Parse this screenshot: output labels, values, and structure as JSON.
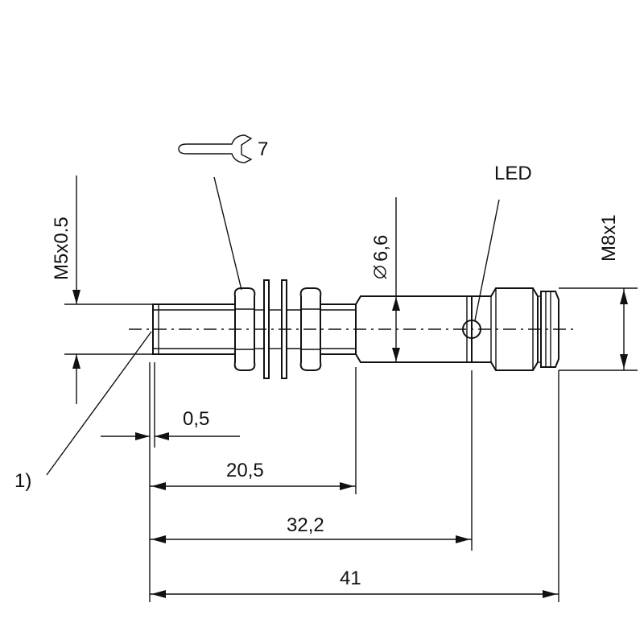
{
  "drawing": {
    "wrench_size": "7",
    "led_label": "LED",
    "diameter_label": "6,6",
    "connector_thread": "M8x1",
    "sensing_face_thread": "M5x0.5",
    "note_marker": "1)",
    "dimensions": {
      "face_offset": "0,5",
      "thread_length": "20,5",
      "housing_length": "32,2",
      "total_length": "41"
    }
  },
  "colors": {
    "line": "#111111",
    "background": "#ffffff"
  }
}
